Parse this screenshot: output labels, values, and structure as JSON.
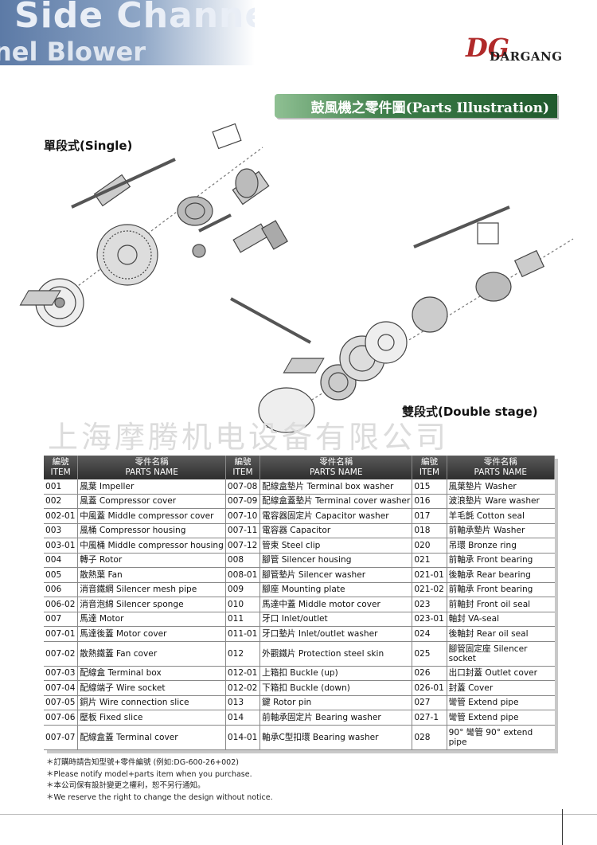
{
  "header": {
    "banner_line1": "Side Channel",
    "banner_line2": "nel Blower",
    "logo_mark": "DG",
    "logo_name": "DARGANG"
  },
  "title": "鼓風機之零件圖(Parts Illustration)",
  "labels": {
    "single": "單段式(Single)",
    "double": "雙段式(Double stage)"
  },
  "watermark": "上海摩腾机电设备有限公司",
  "table": {
    "headers": [
      {
        "top": "編號",
        "bottom": "ITEM"
      },
      {
        "top": "零件名稱",
        "bottom": "PARTS NAME"
      },
      {
        "top": "編號",
        "bottom": "ITEM"
      },
      {
        "top": "零件名稱",
        "bottom": "PARTS NAME"
      },
      {
        "top": "編號",
        "bottom": "ITEM"
      },
      {
        "top": "零件名稱",
        "bottom": "PARTS NAME"
      }
    ],
    "rows": [
      [
        "001",
        "風葉 Impeller",
        "007-08",
        "配線盒墊片 Terminal box washer",
        "015",
        "風葉墊片 Washer"
      ],
      [
        "002",
        "風蓋 Compressor cover",
        "007-09",
        "配線盒蓋墊片 Terminal cover washer",
        "016",
        "波浪墊片 Ware washer"
      ],
      [
        "002-01",
        "中風蓋 Middle compressor cover",
        "007-10",
        "電容器固定片 Capacitor washer",
        "017",
        "羊毛氈 Cotton seal"
      ],
      [
        "003",
        "風桶 Compressor housing",
        "007-11",
        "電容器 Capacitor",
        "018",
        "前軸承墊片 Washer"
      ],
      [
        "003-01",
        "中風桶 Middle compressor housing",
        "007-12",
        "管束 Steel clip",
        "020",
        "吊環 Bronze ring"
      ],
      [
        "004",
        "轉子 Rotor",
        "008",
        "腳管 Silencer housing",
        "021",
        "前軸承 Front bearing"
      ],
      [
        "005",
        "散熱葉 Fan",
        "008-01",
        "腳管墊片 Silencer washer",
        "021-01",
        "後軸承 Rear bearing"
      ],
      [
        "006",
        "消音鐵網 Silencer mesh pipe",
        "009",
        "腳座 Mounting plate",
        "021-02",
        "前軸承 Front bearing"
      ],
      [
        "006-02",
        "消音泡綿 Silencer sponge",
        "010",
        "馬達中蓋 Middle motor cover",
        "023",
        "前軸封 Front oil seal"
      ],
      [
        "007",
        "馬達 Motor",
        "011",
        "牙口 Inlet/outlet",
        "023-01",
        "軸封 VA-seal"
      ],
      [
        "007-01",
        "馬達後蓋 Motor cover",
        "011-01",
        "牙口墊片 Inlet/outlet washer",
        "024",
        "後軸封 Rear oil seal"
      ],
      [
        "007-02",
        "散熱鐵蓋 Fan cover",
        "012",
        "外觀鐵片 Protection steel skin",
        "025",
        "腳管固定座 Silencer socket"
      ],
      [
        "007-03",
        "配線盒 Terminal box",
        "012-01",
        "上箱扣 Buckle (up)",
        "026",
        "出口封蓋 Outlet cover"
      ],
      [
        "007-04",
        "配線端子 Wire socket",
        "012-02",
        "下箱扣 Buckle (down)",
        "026-01",
        "封蓋 Cover"
      ],
      [
        "007-05",
        "銅片 Wire connection slice",
        "013",
        "鍵 Rotor pin",
        "027",
        "彎管 Extend pipe"
      ],
      [
        "007-06",
        "壓板 Fixed slice",
        "014",
        "前軸承固定片 Bearing washer",
        "027-1",
        "彎管 Extend pipe"
      ],
      [
        "007-07",
        "配線盒蓋 Terminal cover",
        "014-01",
        "軸承C型扣環 Bearing washer",
        "028",
        "90° 彎管 90° extend pipe"
      ]
    ]
  },
  "notes": [
    "＊訂購時請告知型號+零件編號 (例如:DG-600-26+002)",
    "＊Please notify model+parts item when you purchase.",
    "＊本公司保有設計變更之權利，恕不另行通知。",
    "＊We reserve the right to change the design without notice."
  ],
  "colors": {
    "title_bar": "#2f6b3c",
    "banner": "#6d88b0",
    "logo": "#b02a2a"
  }
}
